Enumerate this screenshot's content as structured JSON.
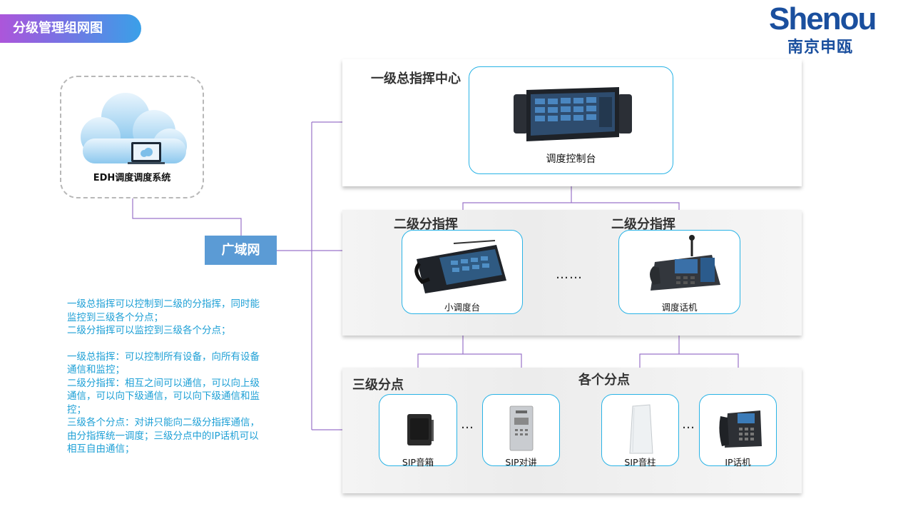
{
  "title": "分级管理组网图",
  "logo": {
    "brand": "Shenou",
    "brand_cn": "南京申瓯"
  },
  "cloud": {
    "label": "EDH调度调度系统"
  },
  "wan": {
    "label": "广域网"
  },
  "description": [
    "一级总指挥可以控制到二级的分指挥，同时能监控到三级各个分点；",
    "二级分指挥可以监控到三级各个分点；",
    "",
    "一级总指挥：可以控制所有设备，向所有设备通信和监控；",
    "二级分指挥：相互之间可以通信，可以向上级通信，可以向下级通信，可以向下级通信和监控；",
    "三级各个分点：对讲只能向二级分指挥通信，由分指挥统一调度；三级分点中的IP话机可以相互自由通信；"
  ],
  "level1": {
    "title": "一级总指挥中心",
    "device": "调度控制台"
  },
  "level2": {
    "title_left": "二级分指挥",
    "title_right": "二级分指挥",
    "device_left": "小调度台",
    "device_right": "调度话机",
    "ellipsis": "……"
  },
  "level3": {
    "title_left": "三级分点",
    "title_right": "各个分点",
    "devices": [
      "SIP音箱",
      "SIP对讲",
      "SIP音柱",
      "IP话机"
    ],
    "ellipsis": "…"
  },
  "colors": {
    "line": "#9a73c9",
    "card_border": "#29b3e6",
    "text_blue": "#1ea0d6",
    "wan_bg": "#5b9bd5",
    "logo": "#1a4f9e"
  }
}
